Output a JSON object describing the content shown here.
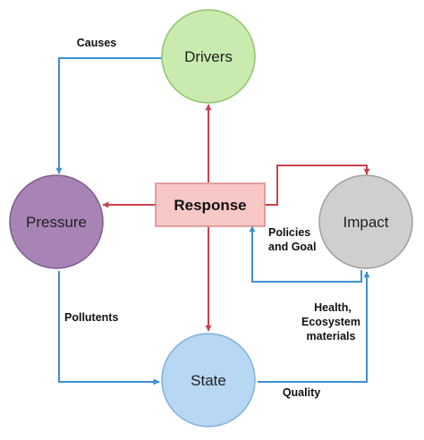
{
  "nodes": {
    "drivers": {
      "label": "Drivers",
      "fill": "#c9ebb0",
      "stroke": "#8fc46a"
    },
    "pressure": {
      "label": "Pressure",
      "fill": "#a884b6",
      "stroke": "#7d5b8e"
    },
    "impact": {
      "label": "Impact",
      "fill": "#cfcfcf",
      "stroke": "#9e9e9e"
    },
    "state": {
      "label": "State",
      "fill": "#b7d7f2",
      "stroke": "#7fb0dc"
    },
    "response": {
      "label": "Response",
      "fill": "#f8c8c6",
      "stroke": "#d88886"
    }
  },
  "edge_labels": {
    "causes": "Causes",
    "policies_line1": "Policies",
    "policies_line2": "and Goal",
    "pollutents": "Pollutents",
    "health_line1": "Health,",
    "health_line2": "Ecosystem",
    "health_line3": "materials",
    "quality": "Quality"
  },
  "colors": {
    "blue_arrow": "#3f8fcf",
    "red_arrow": "#c9414f"
  }
}
